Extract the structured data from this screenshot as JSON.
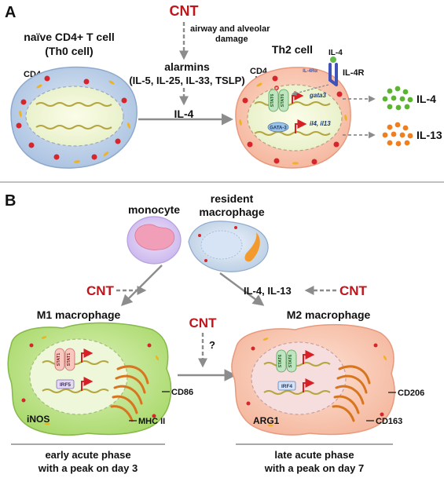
{
  "panel_a": {
    "letter": "A",
    "cnt": "CNT",
    "damage_line1": "airway and alveolar",
    "damage_line2": "damage",
    "naive_title_1": "naïve CD4+ T cell",
    "naive_title_2": "(Th0 cell)",
    "cd4": "CD4",
    "alarmins": "alarmins",
    "alarmins_list": "(IL-5, IL-25, IL-33, TSLP)",
    "il4_center": "IL-4",
    "th2_title": "Th2 cell",
    "il4_ligand": "IL-4",
    "il4ra": "IL-4Rα",
    "il4r": "IL-4R",
    "stat6": "STAT6",
    "p": "P",
    "gata3_gene": "gata3",
    "gata3_protein": "GATA-3",
    "il4_il13_genes": "il4, il13",
    "out_il4": "IL-4",
    "out_il13": "IL-13"
  },
  "panel_b": {
    "letter": "B",
    "monocyte": "monocyte",
    "resident_1": "resident",
    "resident_2": "macrophage",
    "cnt_left": "CNT",
    "il4_il13": "IL-4, IL-13",
    "cnt_right": "CNT",
    "m1": "M1 macrophage",
    "m2": "M2 macrophage",
    "cnt_mid": "CNT",
    "question": "?",
    "stat1": "STAT1",
    "stat6": "STAT6",
    "irf5": "IRF5",
    "irf4": "IRF4",
    "cd86": "CD86",
    "inos": "iNOS",
    "mhc2": "MHC II",
    "cd206": "CD206",
    "arg1": "ARG1",
    "cd163": "CD163",
    "early_1": "early acute phase",
    "early_2": "with a peak on day 3",
    "late_1": "late acute phase",
    "late_2": "with a peak on day 7"
  },
  "colors": {
    "cnt_red": "#c0161b",
    "arrow_grey": "#8c8c8c",
    "naive_cell": "#b9cde6",
    "th2_cell": "#f9c3ae",
    "m1_cell": "#b8e07c",
    "m2_cell": "#f8c1a9",
    "il4_dots": "#5cb531",
    "il13_dots": "#f07f1e"
  }
}
